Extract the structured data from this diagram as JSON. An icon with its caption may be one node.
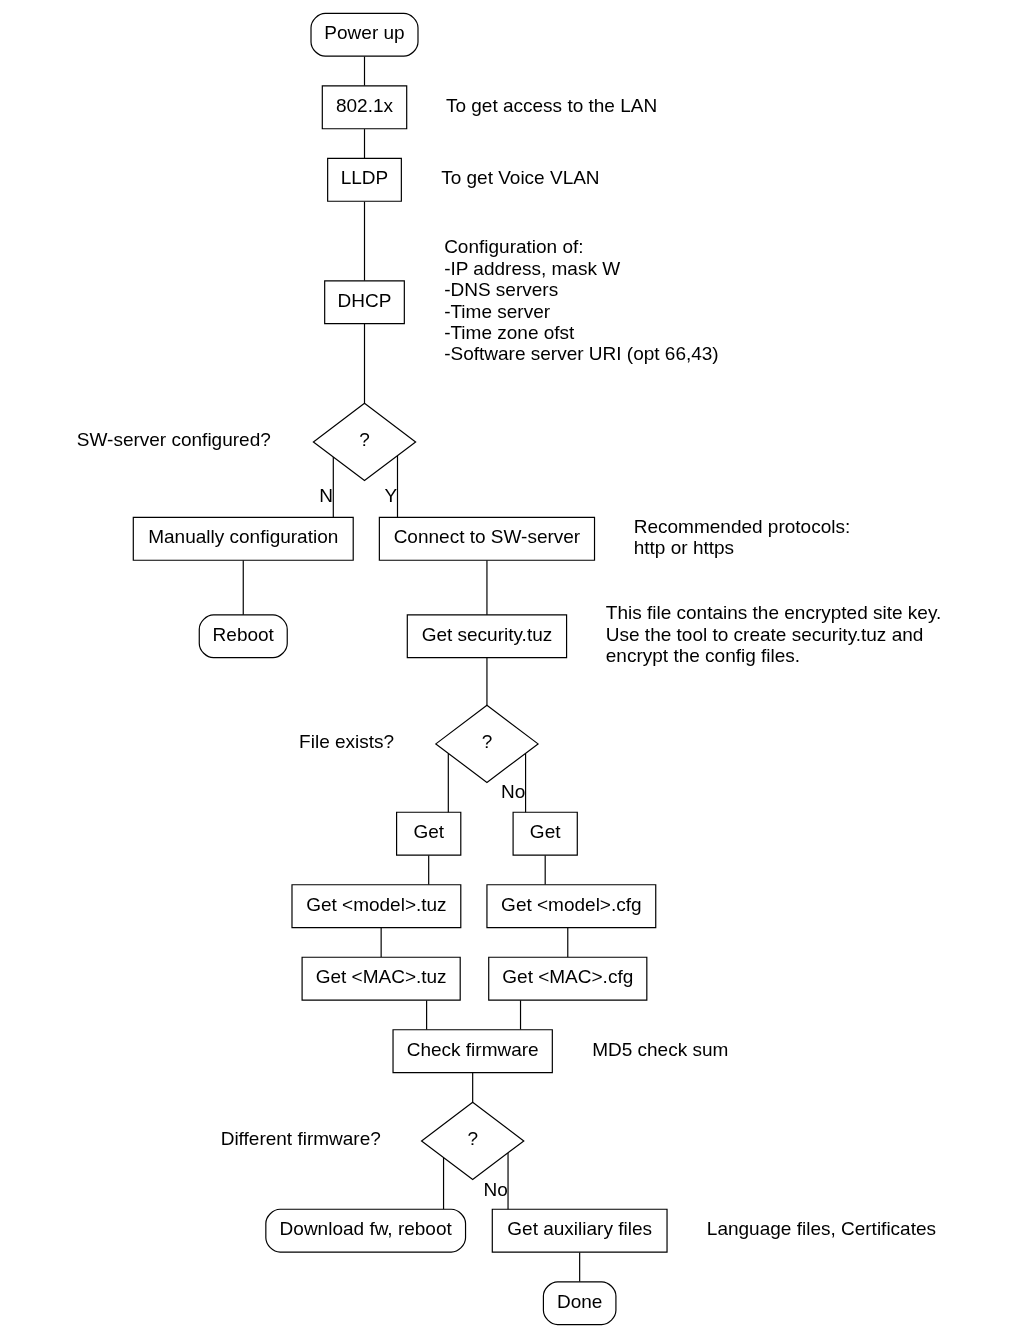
{
  "diagram": {
    "nodes": [
      {
        "text": [
          "Power up"
        ]
      },
      {
        "text": [
          "802.1x"
        ],
        "beside": [
          "To get access to the LAN"
        ]
      },
      {
        "text": [
          "LLDP"
        ],
        "beside": [
          "To get Voice VLAN"
        ]
      },
      {
        "text": [
          "DHCP"
        ],
        "beside": [
          "Configuration of:",
          "-IP address, mask W",
          "-DNS servers",
          "-Time server",
          "-Time zone ofst",
          "-Software server URI (opt 66,43)"
        ]
      },
      {
        "text": [
          "?"
        ],
        "beside": [
          "SW-server configured?"
        ]
      },
      {
        "text": [
          "Manually configuration"
        ]
      },
      {
        "text": [
          "Reboot"
        ]
      },
      {
        "text": [
          "Connect to SW-server"
        ],
        "beside": [
          "Recommended protocols:",
          "http or https"
        ]
      },
      {
        "text": [
          "Get security.tuz"
        ],
        "beside": [
          "This file contains the encrypted site key. Use the tool to create security.tuz and encrypt the config files."
        ]
      },
      {
        "text": [
          "?"
        ],
        "beside": [
          "File exists?"
        ]
      },
      {
        "text": [
          "Get"
        ]
      },
      {
        "text": [
          "Get <model>.tuz"
        ]
      },
      {
        "text": [
          "Get <MAC>.tuz"
        ]
      },
      {
        "text": [
          "Get"
        ]
      },
      {
        "text": [
          "Get <model>.cfg"
        ]
      },
      {
        "text": [
          "Get <MAC>.cfg"
        ]
      },
      {
        "text": [
          "Check firmware"
        ],
        "beside": [
          "MD5 check sum"
        ]
      },
      {
        "text": [
          "?"
        ],
        "beside": [
          "Different firmware?"
        ]
      },
      {
        "text": [
          "Get auxiliary files"
        ],
        "beside": [
          "Language files, Certificates"
        ]
      },
      {
        "text": [
          "Download fw, reboot"
        ]
      },
      {
        "text": [
          "Done"
        ]
      }
    ],
    "edges": [
      {
        "from": 0,
        "to": 1,
        "arrow": "none"
      },
      {
        "from": 1,
        "to": 2,
        "arrow": "none"
      },
      {
        "from": 2,
        "to": 3,
        "arrow": "none"
      },
      {
        "from": 3,
        "to": 4,
        "arrow": "none"
      },
      {
        "from": 4,
        "to": 5,
        "arrow": "none",
        "label": "N"
      },
      {
        "from": 5,
        "to": 6,
        "arrow": "none"
      },
      {
        "from": 4,
        "to": 7,
        "arrow": "none",
        "label": "Y"
      },
      {
        "from": 7,
        "to": 8,
        "arrow": "none"
      },
      {
        "from": 8,
        "to": 9,
        "arrow": "none"
      },
      {
        "from": 9,
        "to": 10,
        "arrow": "none"
      },
      {
        "from": 9,
        "to": 13,
        "arrow": "none",
        "label": "No"
      },
      {
        "from": 10,
        "to": 11,
        "arrow": "none"
      },
      {
        "from": 11,
        "to": 12,
        "arrow": "none"
      },
      {
        "from": 13,
        "to": 14,
        "arrow": "none"
      },
      {
        "from": 14,
        "to": 15,
        "arrow": "none"
      },
      {
        "from": 12,
        "to": 16,
        "arrow": "none"
      },
      {
        "from": 15,
        "to": 16,
        "arrow": "none"
      },
      {
        "from": 16,
        "to": 17,
        "arrow": "none"
      },
      {
        "from": 17,
        "to": 19,
        "arrow": "none"
      },
      {
        "from": 17,
        "to": 18,
        "arrow": "none",
        "label": "No"
      },
      {
        "from": 18,
        "to": 20,
        "arrow": "none"
      }
    ]
  }
}
